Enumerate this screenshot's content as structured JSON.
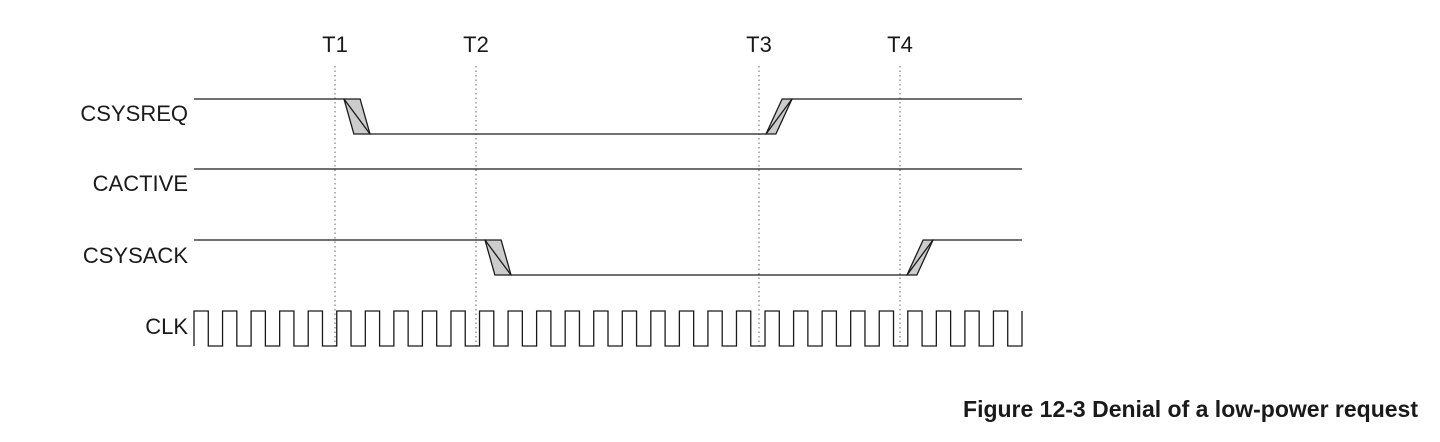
{
  "diagram": {
    "type": "timing-diagram",
    "time_markers": [
      "T1",
      "T2",
      "T3",
      "T4"
    ],
    "signals": [
      {
        "name": "CSYSREQ",
        "initial": "high",
        "transitions": [
          {
            "at": "T1",
            "to": "low"
          },
          {
            "at": "T3",
            "to": "high"
          }
        ]
      },
      {
        "name": "CACTIVE",
        "initial": "high",
        "transitions": []
      },
      {
        "name": "CSYSACK",
        "initial": "high",
        "transitions": [
          {
            "at": "T2",
            "to": "low"
          },
          {
            "at": "T4",
            "to": "high"
          }
        ]
      },
      {
        "name": "CLK",
        "clock": true,
        "cycles": 29
      }
    ],
    "colors": {
      "transition_fill": "#cccccc",
      "line": "#1a1a1a",
      "marker": "#666666"
    },
    "caption": "Figure 12-3 Denial of a low-power request"
  }
}
